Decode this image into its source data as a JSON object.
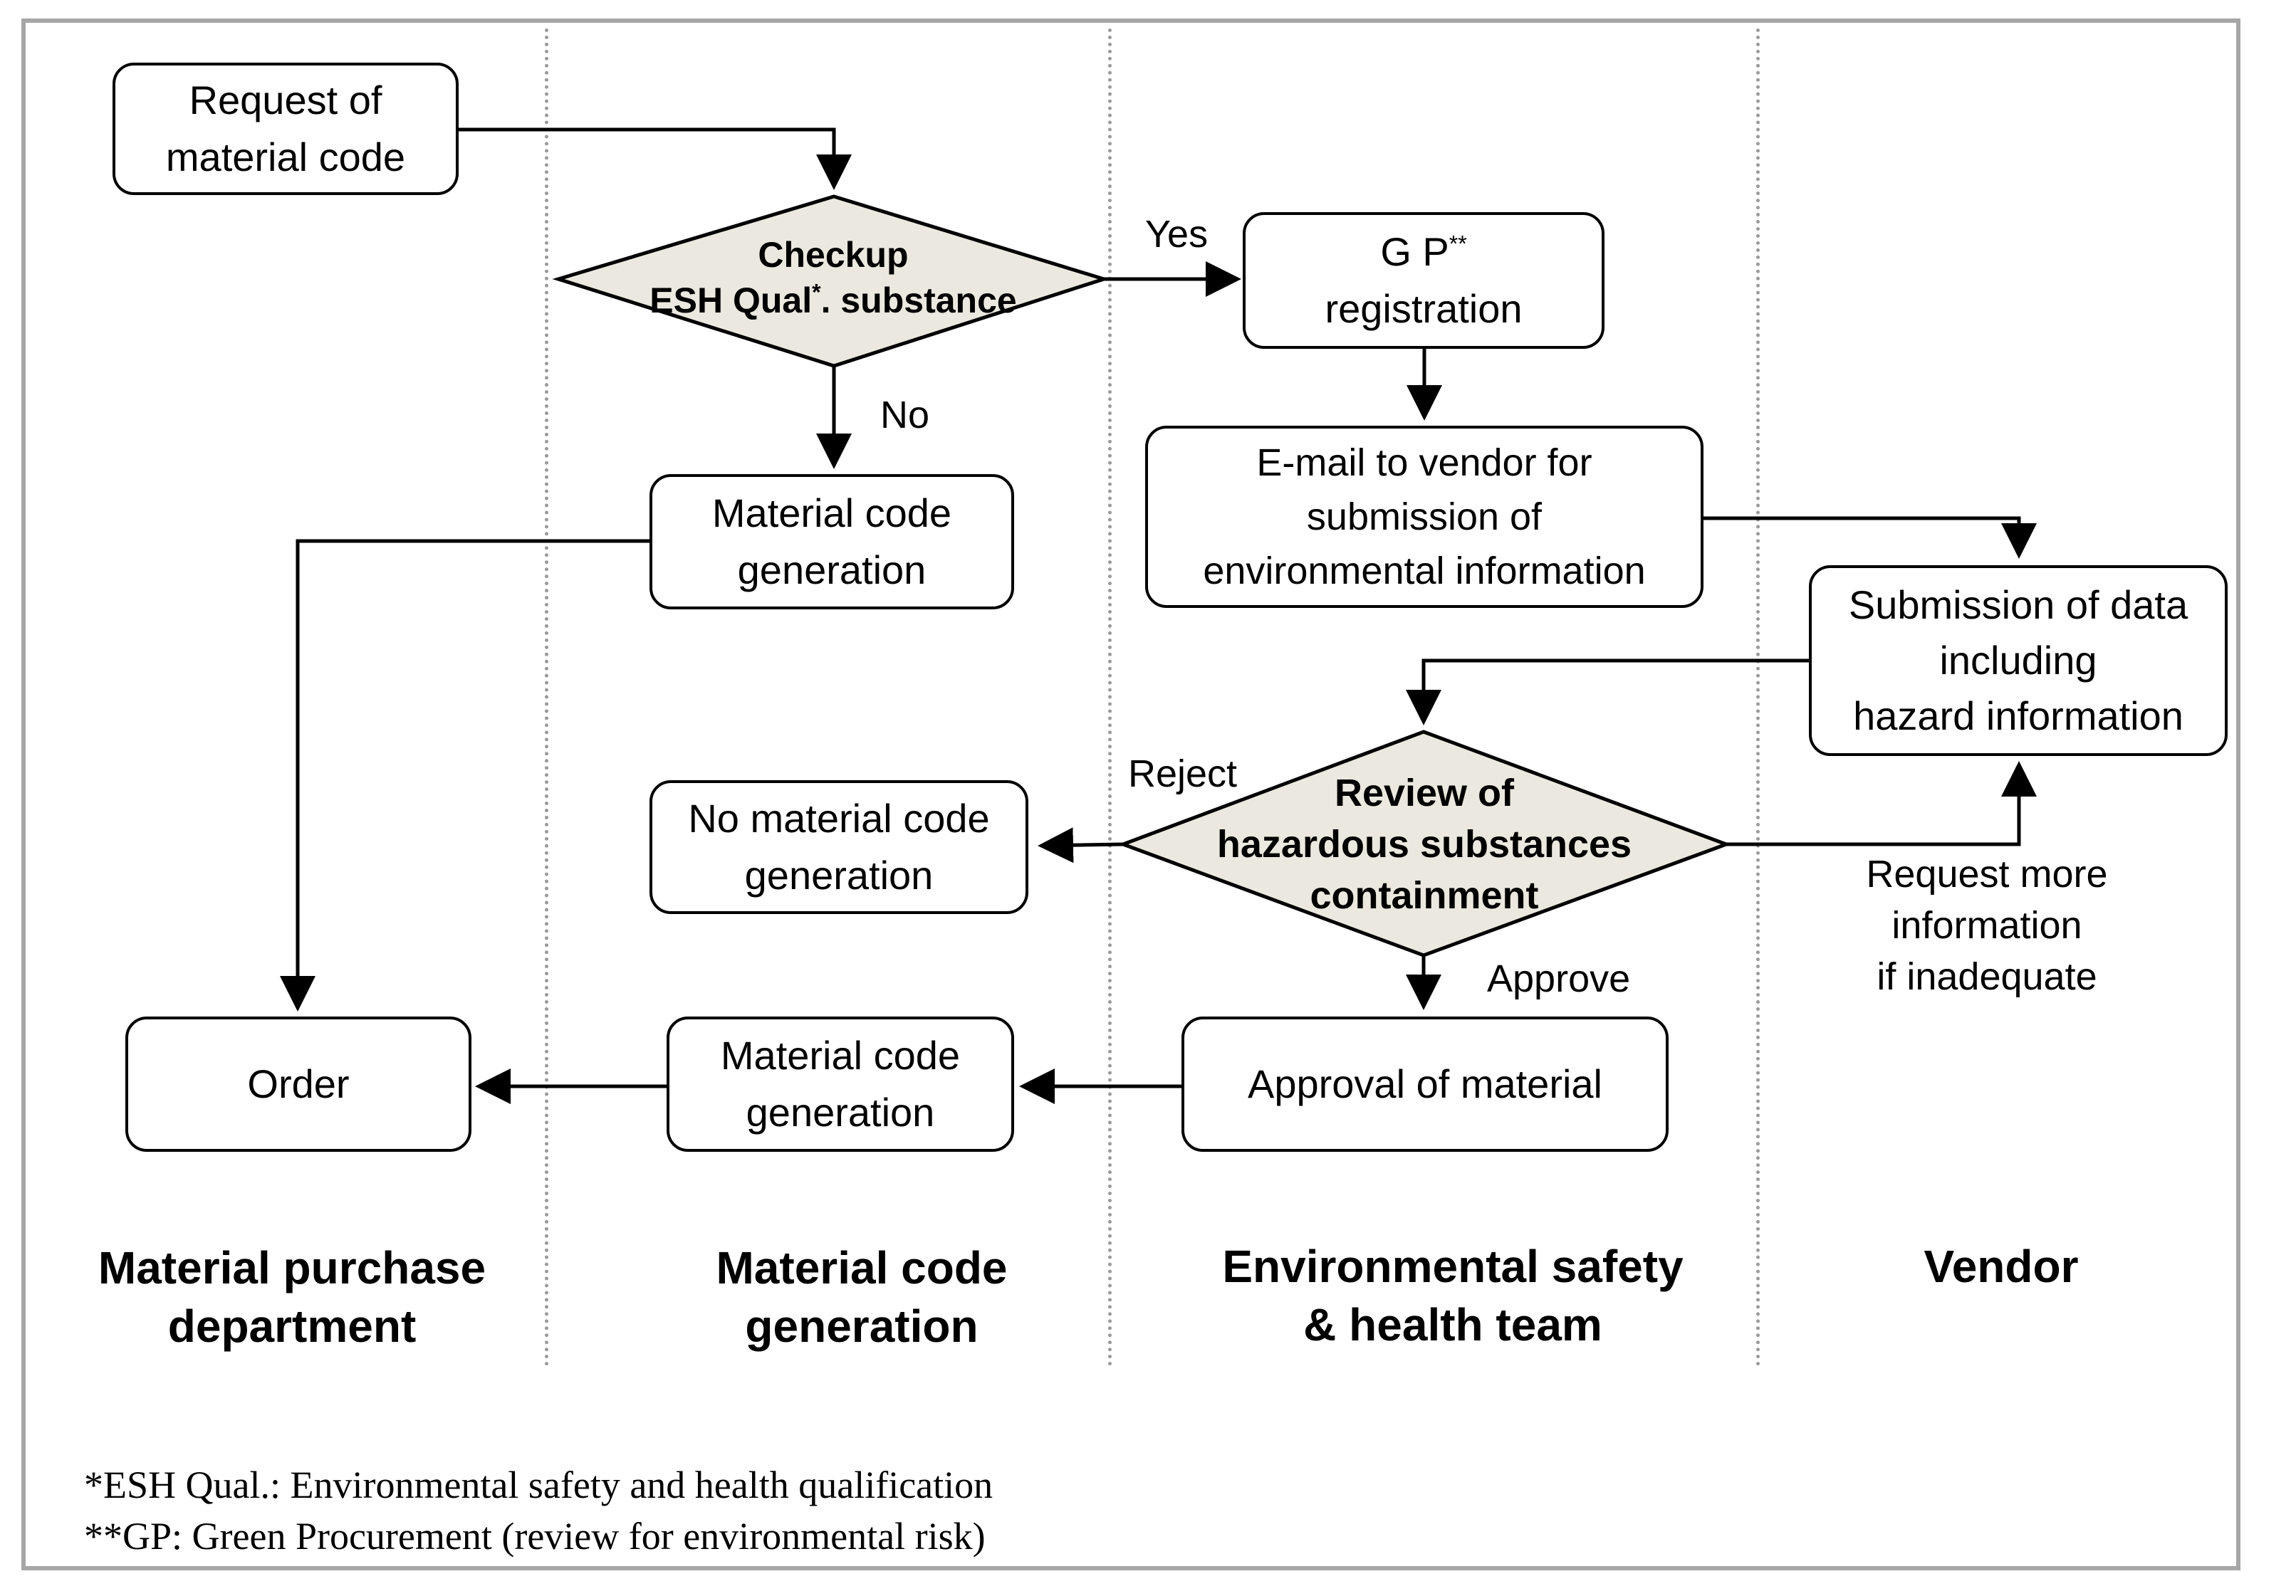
{
  "colors": {
    "diamond_fill": "#ebe8df",
    "stroke": "#000000",
    "frame": "#a6a6a6",
    "divider": "#9a9a9a"
  },
  "boxes": {
    "request": "Request of\nmaterial code",
    "gp_registration_main": "G P",
    "gp_registration_sup": "**",
    "gp_registration_line2": "registration",
    "email_vendor": "E-mail to vendor for\nsubmission of\nenvironmental information",
    "code_gen_1": "Material code\ngeneration",
    "submission": "Submission of data\nincluding\nhazard information",
    "no_code_gen": "No material code\ngeneration",
    "order": "Order",
    "code_gen_2": "Material code\ngeneration",
    "approval": "Approval of material"
  },
  "diamonds": {
    "checkup_line1": "Checkup",
    "checkup_line2_a": "ESH Qual",
    "checkup_line2_sup": "*",
    "checkup_line2_b": ". substance",
    "review": "Review of\nhazardous substances\ncontainment"
  },
  "labels": {
    "yes": "Yes",
    "no": "No",
    "reject": "Reject",
    "approve": "Approve",
    "request_more": "Request more\ninformation\nif inadequate"
  },
  "lanes": [
    "Material purchase\ndepartment",
    "Material code\ngeneration",
    "Environmental safety\n& health team",
    "Vendor"
  ],
  "footnotes": [
    "*ESH Qual.: Environmental safety and health qualification",
    "**GP: Green Procurement (review for environmental risk)"
  ]
}
